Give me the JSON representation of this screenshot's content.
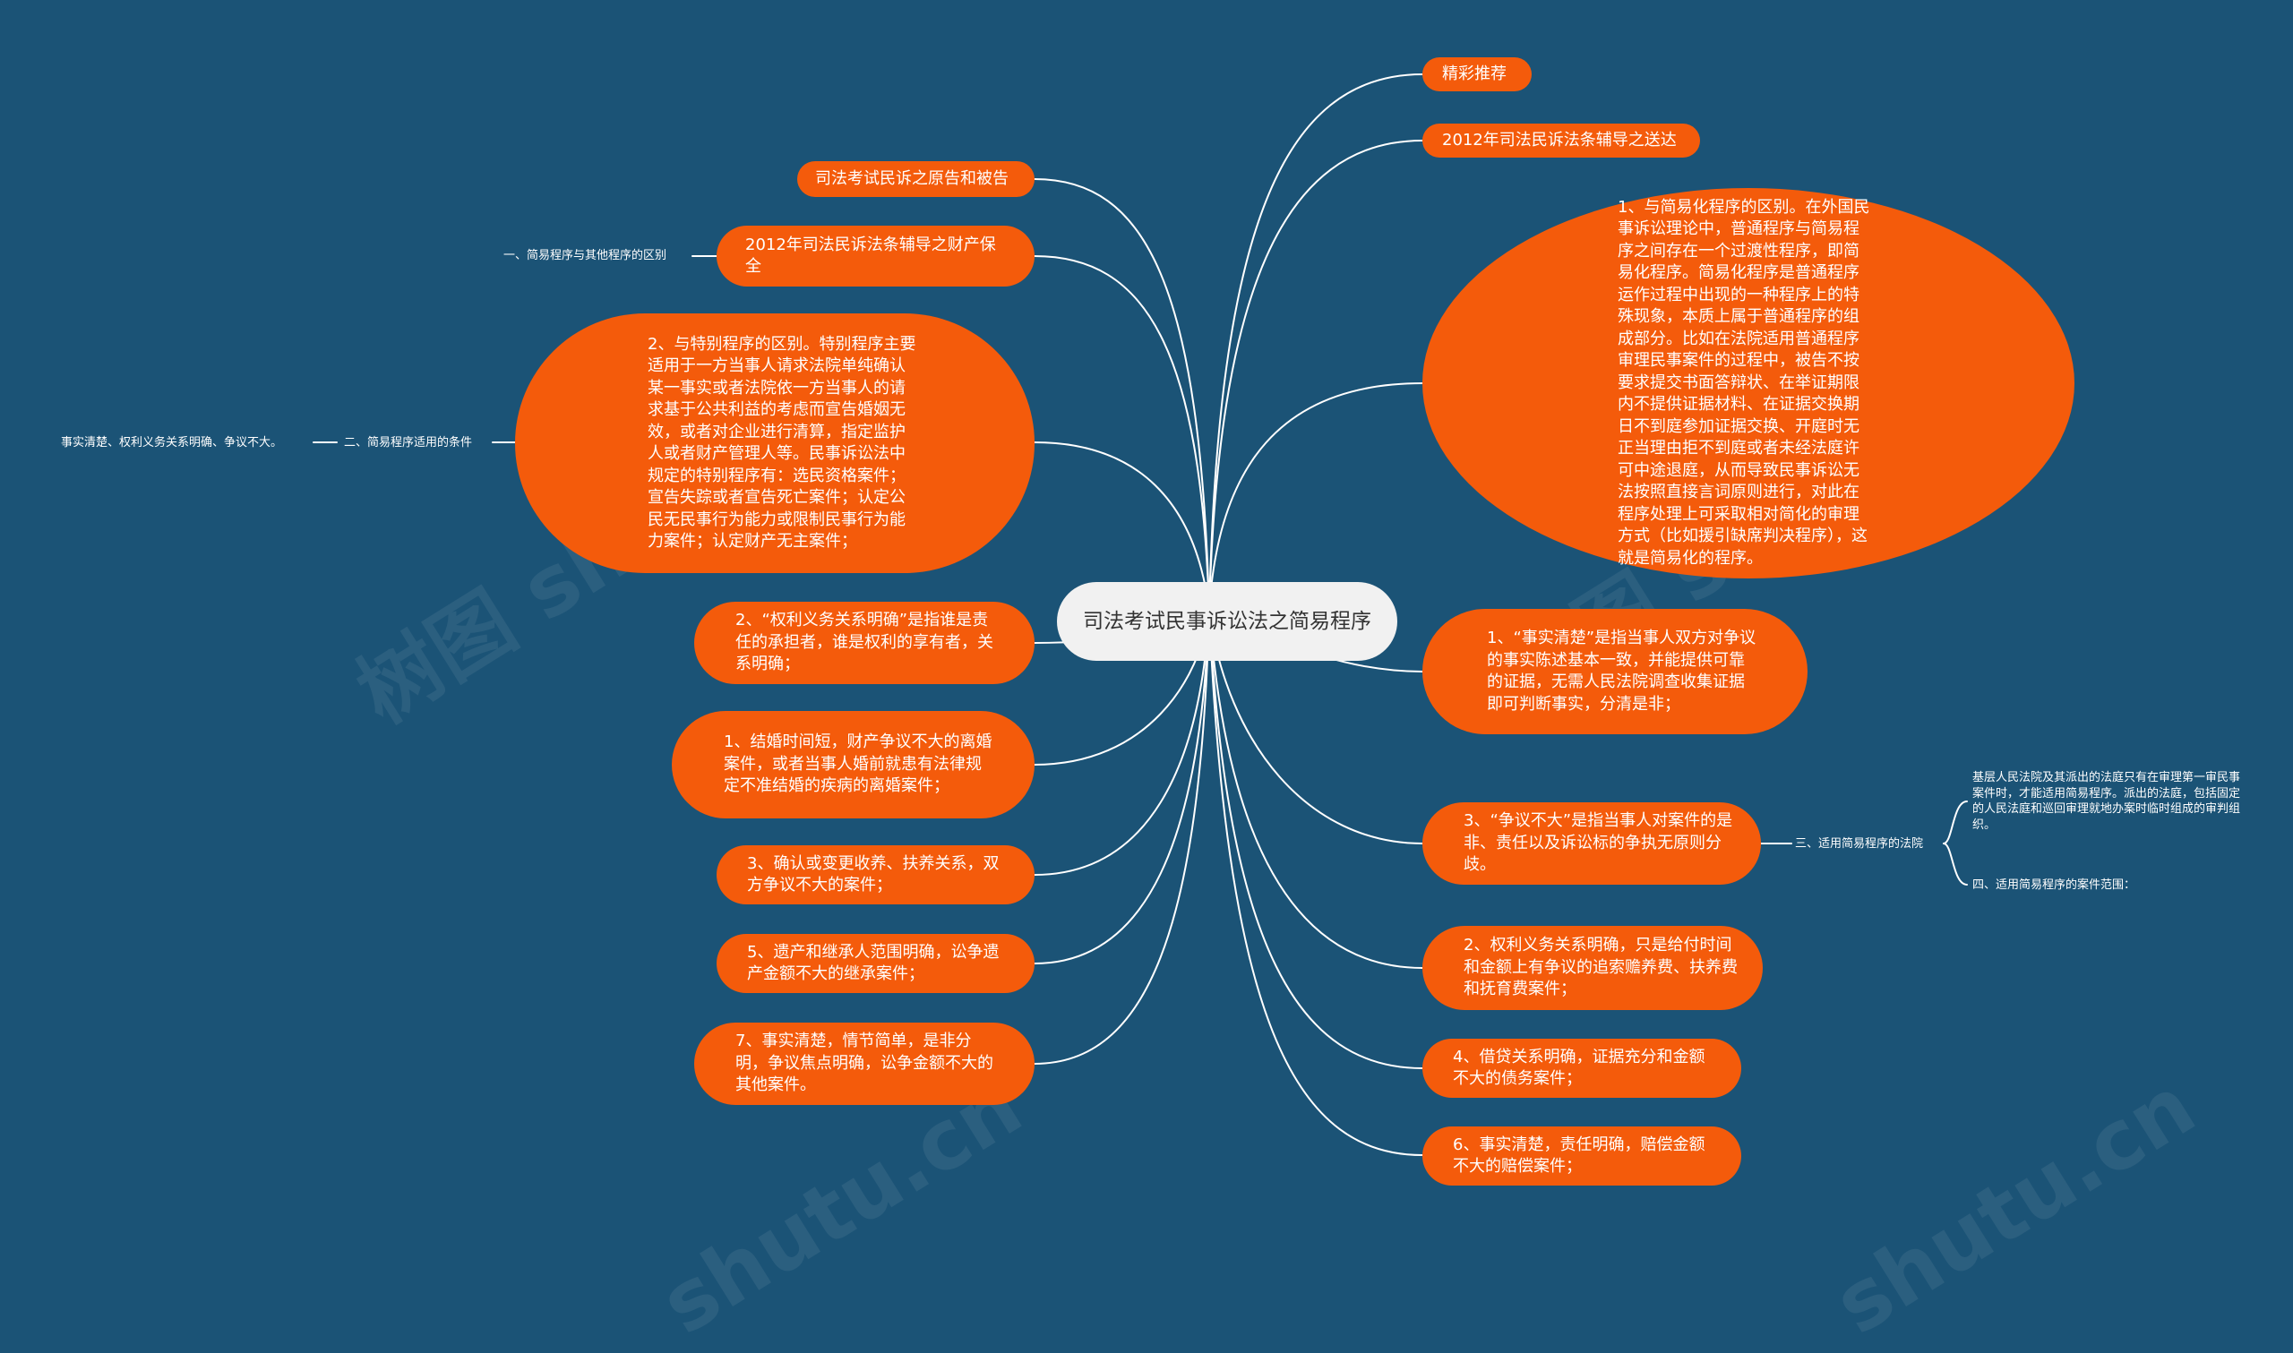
{
  "center": {
    "label": "司法考试民事诉讼法之简易程序"
  },
  "right_nodes": [
    {
      "id": "jingcai",
      "text": "精彩推荐"
    },
    {
      "id": "songda",
      "text": "2012年司法民诉法条辅导之送达"
    },
    {
      "id": "jianyihua",
      "text": "1、与简易化程序的区别。在外国民事诉讼理论中，普通程序与简易程序之间存在一个过渡性程序，即简易化程序。简易化程序是普通程序运作过程中出现的一种程序上的特殊现象，本质上属于普通程序的组成部分。比如在法院适用普通程序审理民事案件的过程中，被告不按要求提交书面答辩状、在举证期限内不提供证据材料、在证据交换期日不到庭参加证据交换、开庭时无正当理由拒不到庭或者未经法庭许可中途退庭，从而导致民事诉讼无法按照直接言词原则进行，对此在程序处理上可采取相对简化的审理方式（比如援引缺席判决程序），这就是简易化的程序。"
    },
    {
      "id": "shishi",
      "text": "1、“事实清楚”是指当事人双方对争议的事实陈述基本一致，并能提供可靠的证据，无需人民法院调查收集证据即可判断事实，分清是非；"
    },
    {
      "id": "zhengyi",
      "text": "3、“争议不大”是指当事人对案件的是非、责任以及诉讼标的争执无原则分歧。"
    },
    {
      "id": "zhuishan",
      "text": "2、权利义务关系明确，只是给付时间和金额上有争议的追索赡养费、扶养费和抚育费案件；"
    },
    {
      "id": "jiedai",
      "text": "4、借贷关系明确，证据充分和金额不大的债务案件；"
    },
    {
      "id": "peichang",
      "text": "6、事实清楚，责任明确，赔偿金额不大的赔偿案件；"
    }
  ],
  "left_nodes": [
    {
      "id": "yuangao",
      "text": "司法考试民诉之原告和被告"
    },
    {
      "id": "baoquan",
      "text": "2012年司法民诉法条辅导之财产保全"
    },
    {
      "id": "tebie",
      "text": "2、与特别程序的区别。特别程序主要适用于一方当事人请求法院单纯确认某一事实或者法院依一方当事人的请求基于公共利益的考虑而宣告婚姻无效，或者对企业进行清算，指定监护人或者财产管理人等。民事诉讼法中规定的特别程序有：选民资格案件；宣告失踪或者宣告死亡案件；认定公民无民事行为能力或限制民事行为能力案件；认定财产无主案件；"
    },
    {
      "id": "quanli",
      "text": "2、“权利义务关系明确”是指谁是责任的承担者，谁是权利的享有者，关系明确；"
    },
    {
      "id": "jiehun",
      "text": "1、结婚时间短，财产争议不大的离婚案件，或者当事人婚前就患有法律规定不准结婚的疾病的离婚案件；"
    },
    {
      "id": "shouyang",
      "text": "3、确认或变更收养、扶养关系，双方争议不大的案件；"
    },
    {
      "id": "yichan",
      "text": "5、遗产和继承人范围明确，讼争遗产金额不大的继承案件；"
    },
    {
      "id": "qita",
      "text": "7、事实清楚，情节简单，是非分明，争议焦点明确，讼争金额不大的其他案件。"
    }
  ],
  "labels": {
    "qubie": "一、简易程序与其他程序的区别",
    "tiaojian": "二、简易程序适用的条件",
    "tiaojian_child": "事实清楚、权利义务关系明确、争议不大。",
    "fayuan": "三、适用简易程序的法院",
    "fayuan_child": "基层人民法院及其派出的法庭只有在审理第一审民事案件时，才能适用简易程序。派出的法庭，包括固定的人民法庭和巡回审理就地办案时临时组成的审判组织。",
    "fanwei": "四、适用简易程序的案件范围："
  },
  "watermarks": [
    "树图 shutu.cn",
    "树图 shutu.cn",
    "shutu.cn",
    "shutu.cn"
  ],
  "colors": {
    "background": "#1b5376",
    "node": "#f45b0b",
    "center": "#f1f1f1",
    "line": "#ffffff"
  }
}
